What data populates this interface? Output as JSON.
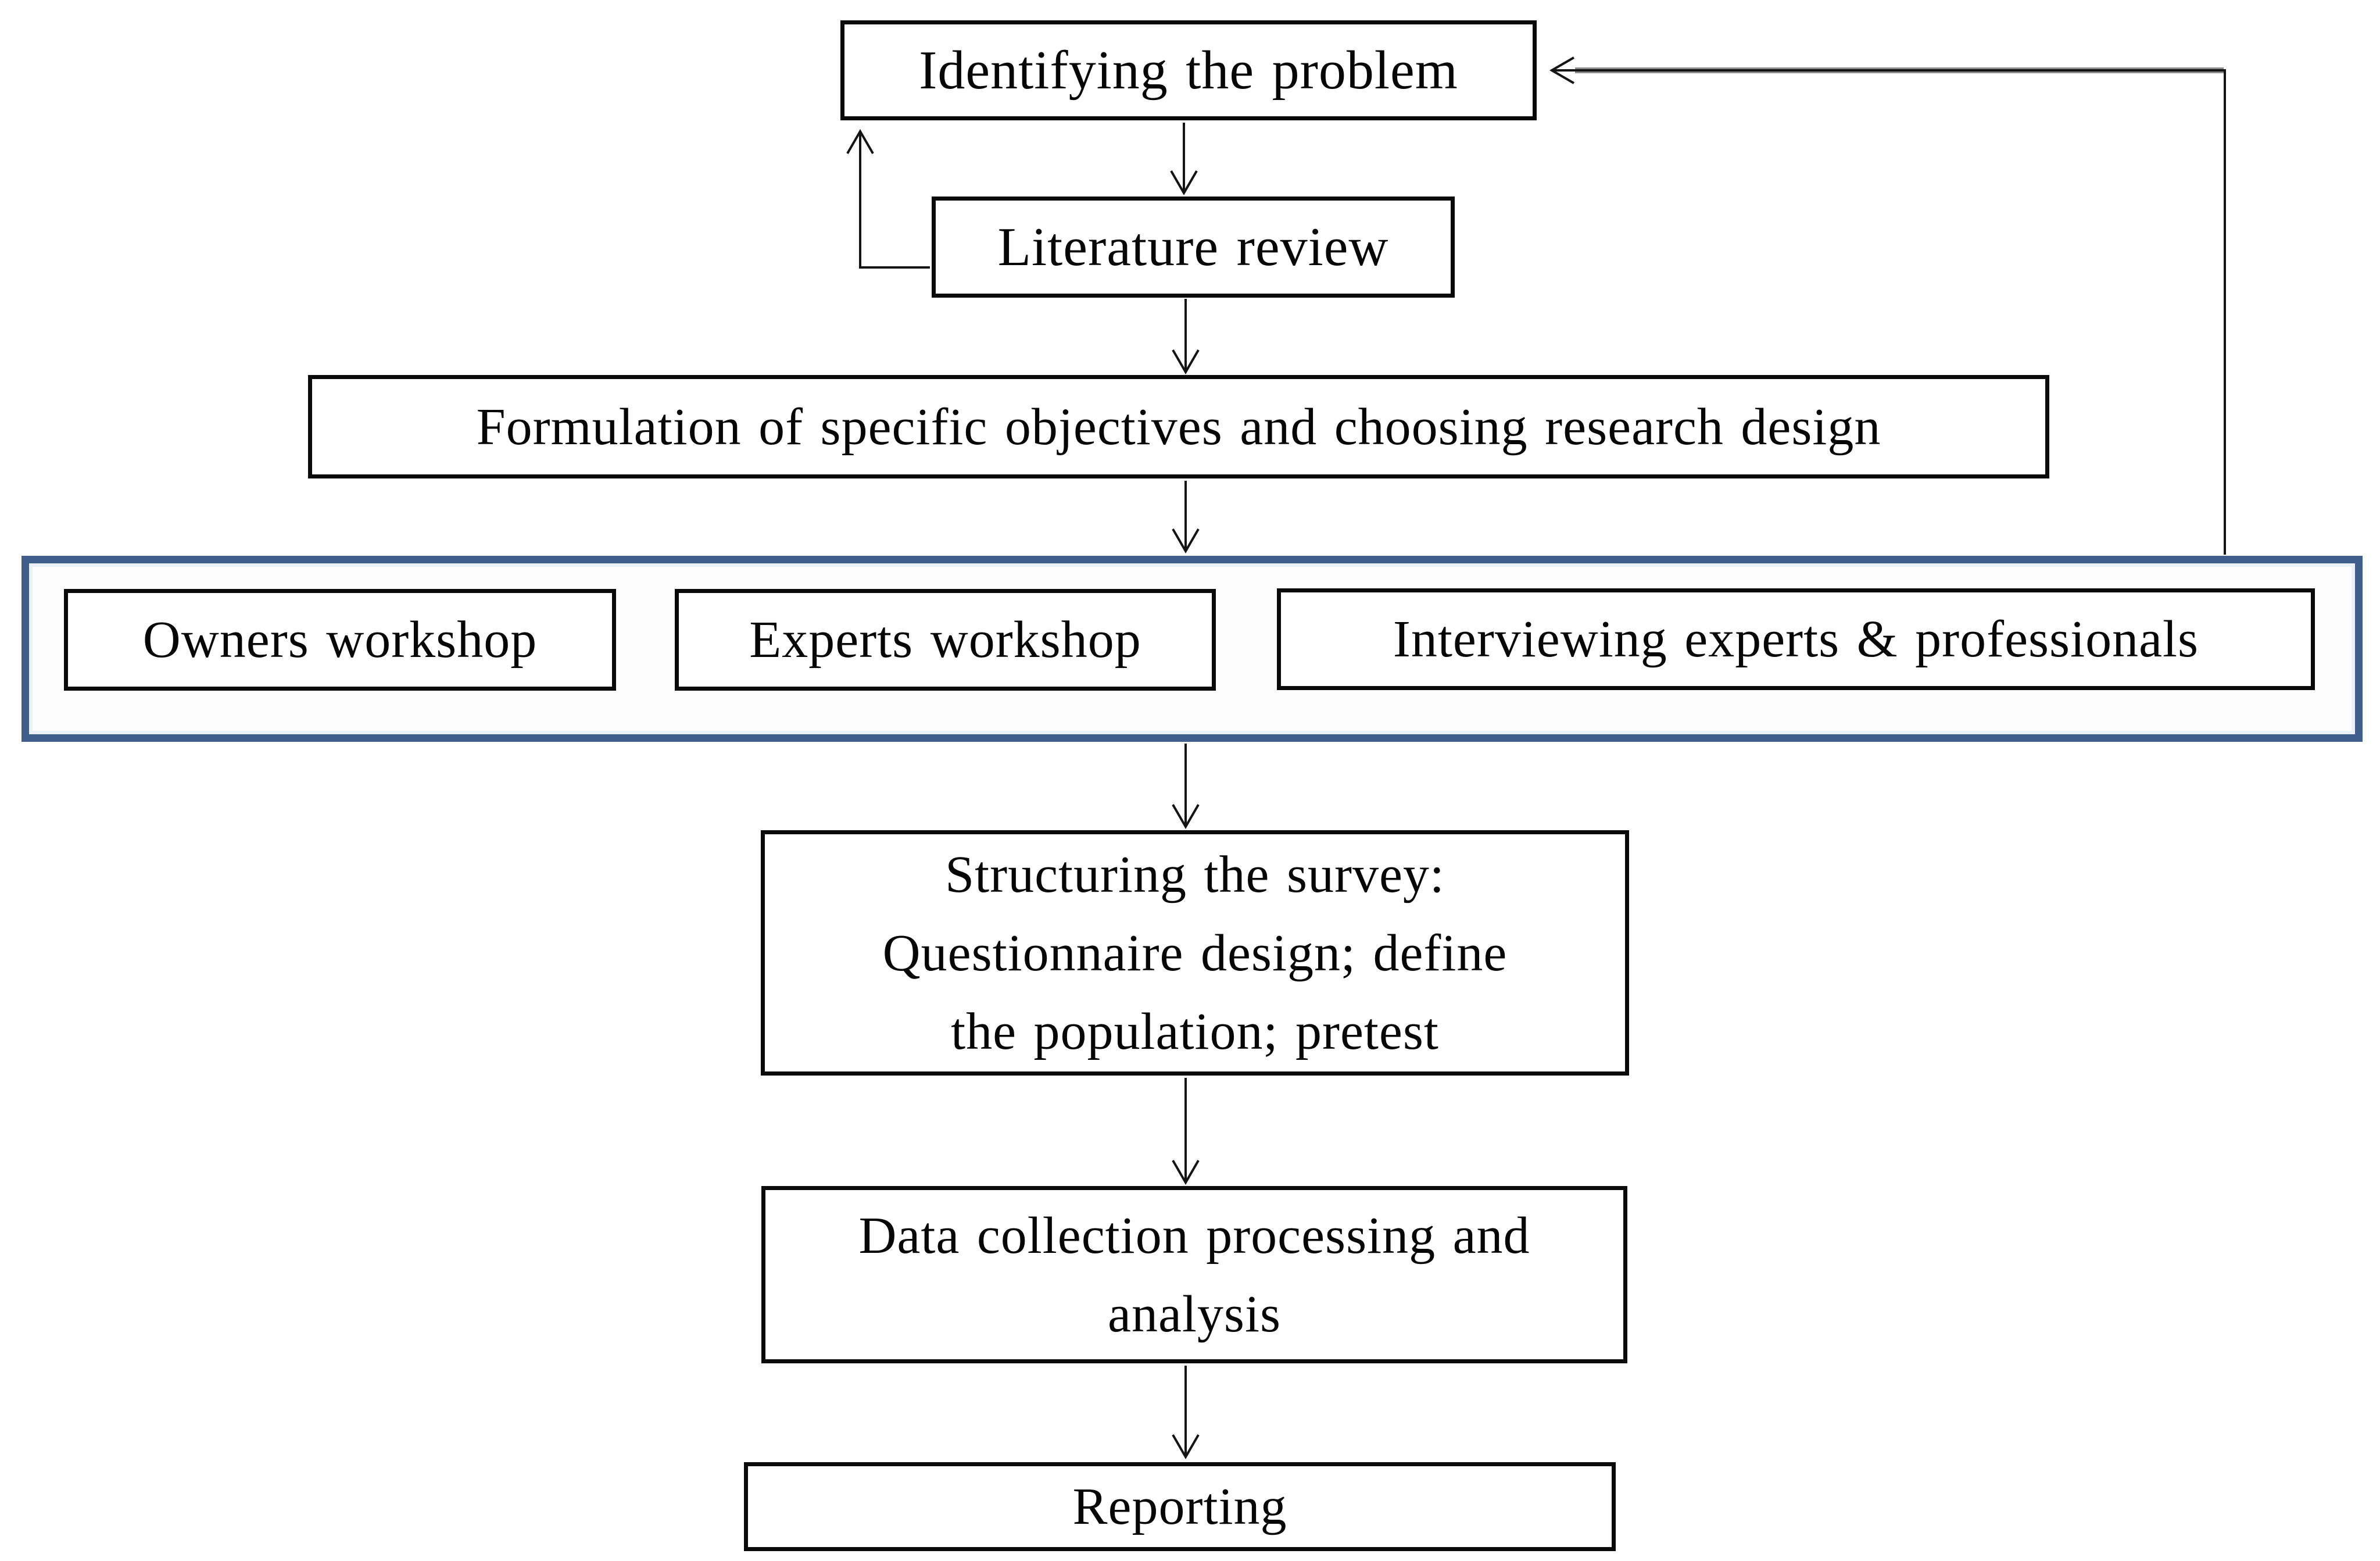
{
  "diagram_title": "Research process flowchart",
  "colors": {
    "box_border": "#0a0a0a",
    "box_background": "#ffffff",
    "group_border": "#3f5e8c",
    "arrow": "#141414",
    "arrow_accent_gray": "#8a8a8a",
    "page_background": "#fefefe"
  },
  "nodes": {
    "identifying": "Identifying the problem",
    "literature": "Literature review",
    "formulation": "Formulation of specific objectives and choosing research design",
    "owners": "Owners workshop",
    "experts": "Experts workshop",
    "interviewing": "Interviewing experts & professionals",
    "structuring": "Structuring the survey:\nQuestionnaire design; define\nthe population; pretest",
    "data_collection": "Data collection processing and\nanalysis",
    "reporting": "Reporting"
  },
  "edges": [
    {
      "from": "identifying",
      "to": "literature"
    },
    {
      "from": "literature",
      "to": "identifying",
      "note": "feedback up-arrow on left"
    },
    {
      "from": "literature",
      "to": "formulation"
    },
    {
      "from": "formulation",
      "to": "workshops-group"
    },
    {
      "from": "workshops-group",
      "to": "structuring"
    },
    {
      "from": "workshops-group",
      "to": "identifying",
      "note": "long feedback loop on right"
    },
    {
      "from": "structuring",
      "to": "data_collection"
    },
    {
      "from": "data_collection",
      "to": "reporting"
    }
  ]
}
